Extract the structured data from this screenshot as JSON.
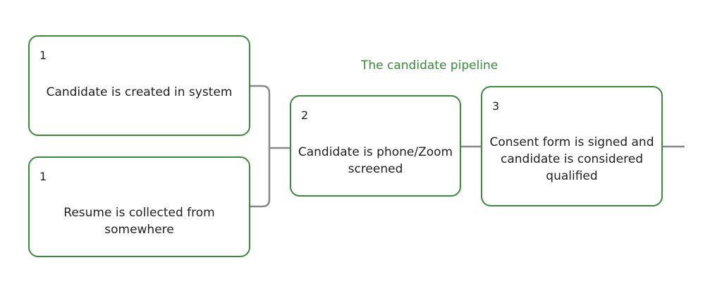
{
  "title": "The candidate pipeline",
  "colors": {
    "accent": "#3b8a3b",
    "connector": "#888888",
    "text": "#1f1f1f"
  },
  "nodes": [
    {
      "number": "1",
      "text": "Candidate is created in system"
    },
    {
      "number": "1",
      "text": "Resume is collected from somewhere"
    },
    {
      "number": "2",
      "text": "Candidate is phone/Zoom screened"
    },
    {
      "number": "3",
      "text": "Consent form is signed and candidate is considered qualified"
    }
  ]
}
